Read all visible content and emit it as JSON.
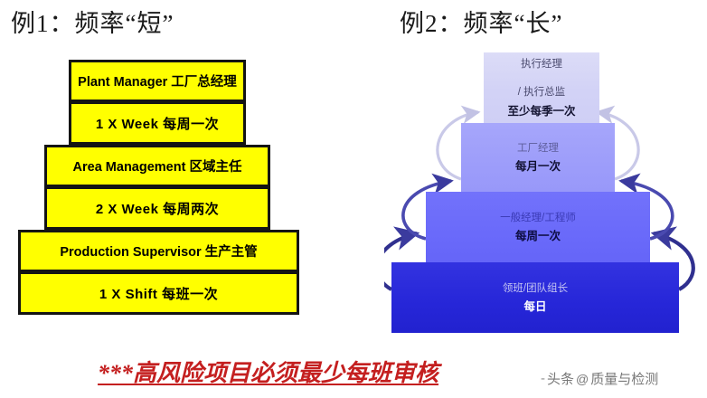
{
  "headings": {
    "left": "例1：频率“短”",
    "right": "例2：频率“长”"
  },
  "pyramid_yellow": {
    "tiers": [
      {
        "role": "Plant Manager 工厂总经理",
        "frequency": "1 X Week 每周一次"
      },
      {
        "role": "Area Management 区域主任",
        "frequency": "2 X Week 每周两次"
      },
      {
        "role": "Production Supervisor 生产主管",
        "frequency": "1 X Shift 每班一次"
      }
    ],
    "fill_color": "#ffff00",
    "border_color": "#141414"
  },
  "pyramid_blue": {
    "blocks": [
      {
        "title_line1": "执行经理",
        "title_line2": "/ 执行总监",
        "frequency": "至少每季一次",
        "color": "#d2d2f6"
      },
      {
        "title_line1": "工厂经理",
        "title_line2": "",
        "frequency": "每月一次",
        "color": "#9d9dfa"
      },
      {
        "title_line1": "一般经理/工程师",
        "title_line2": "",
        "frequency": "每周一次",
        "color": "#6a6afa"
      },
      {
        "title_line1": "领班/团队组长",
        "title_line2": "",
        "frequency": "每日",
        "color": "#2626d8"
      }
    ],
    "arrow_color_dark": "#3b3b9e",
    "arrow_color_light": "#c9c9e8"
  },
  "caption": {
    "warning": "***高风险项目必须最少每班审核",
    "warning_color": "#c41f1f"
  },
  "watermark": {
    "dash": "-",
    "platform": "头条",
    "at": "@",
    "account": "质量与检测"
  }
}
